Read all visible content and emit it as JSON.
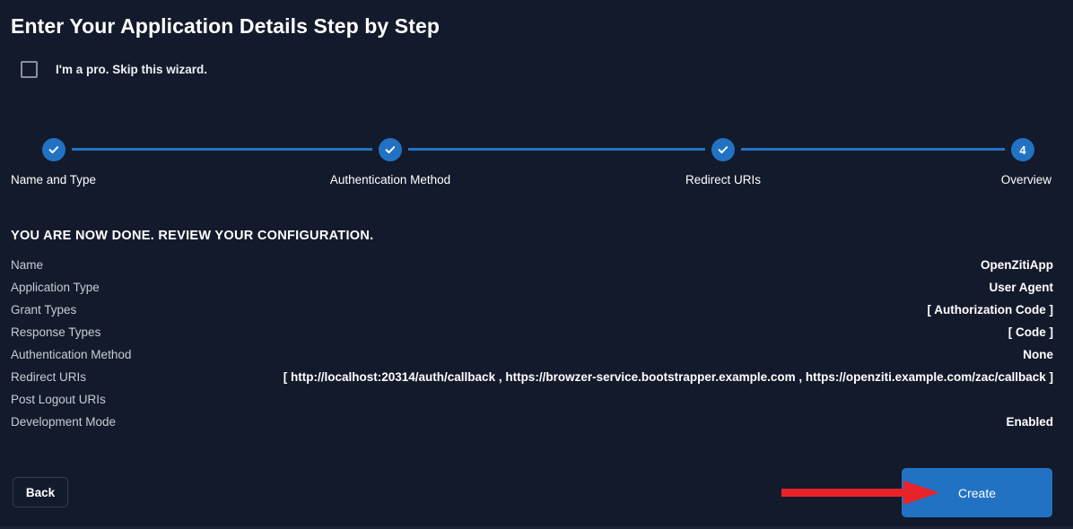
{
  "header": {
    "title": "Enter Your Application Details Step by Step"
  },
  "skip_wizard": {
    "label": "I'm a pro. Skip this wizard.",
    "checked": false
  },
  "stepper": {
    "steps": [
      {
        "label": "Name and Type",
        "marker": "✓",
        "state": "complete"
      },
      {
        "label": "Authentication Method",
        "marker": "✓",
        "state": "complete"
      },
      {
        "label": "Redirect URIs",
        "marker": "✓",
        "state": "complete"
      },
      {
        "label": "Overview",
        "marker": "4",
        "state": "current"
      }
    ],
    "active_color": "#2272c4",
    "line_color": "#2272c4"
  },
  "review": {
    "heading": "YOU ARE NOW DONE. REVIEW YOUR CONFIGURATION.",
    "rows": [
      {
        "label": "Name",
        "value": "OpenZitiApp"
      },
      {
        "label": "Application Type",
        "value": "User Agent"
      },
      {
        "label": "Grant Types",
        "value": "[ Authorization Code ]"
      },
      {
        "label": "Response Types",
        "value": "[ Code ]"
      },
      {
        "label": "Authentication Method",
        "value": "None"
      },
      {
        "label": "Redirect URIs",
        "value": "[ http://localhost:20314/auth/callback , https://browzer-service.bootstrapper.example.com , https://openziti.example.com/zac/callback ]"
      },
      {
        "label": "Post Logout URIs",
        "value": ""
      },
      {
        "label": "Development Mode",
        "value": "Enabled"
      }
    ]
  },
  "footer": {
    "back_label": "Back",
    "create_label": "Create",
    "create_color": "#2272c4"
  },
  "annotation": {
    "arrow_color": "#e8232a",
    "points_to": "Create"
  }
}
